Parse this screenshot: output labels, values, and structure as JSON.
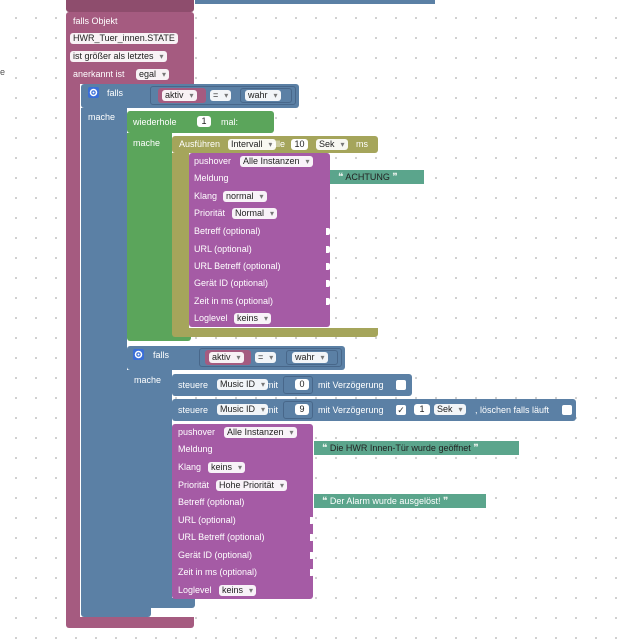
{
  "outer": {
    "falls_objekt": "falls Objekt",
    "object_id": "HWR_Tuer_innen.STATE",
    "compare": "ist größer als letztes",
    "ack_label": "anerkannt ist",
    "ack_value": "egal"
  },
  "if1": {
    "falls": "falls",
    "mache": "mache",
    "left": "aktiv",
    "op": "=",
    "right": "wahr"
  },
  "repeat": {
    "label": "wiederhole",
    "count": "1",
    "suffix": "mal:",
    "mache": "mache"
  },
  "interval": {
    "prefix": "Ausführen",
    "mode": "Intervall",
    "alle": "alle",
    "value": "10",
    "unit": "Sek",
    "ms": "ms"
  },
  "push1": {
    "title": "pushover",
    "target": "Alle Instanzen",
    "meldung_label": "Meldung",
    "meldung_value": "ACHTUNG",
    "klang_label": "Klang",
    "klang_value": "normal",
    "prio_label": "Priorität",
    "prio_value": "Normal",
    "betreff": "Betreff (optional)",
    "url": "URL (optional)",
    "url_betreff": "URL Betreff (optional)",
    "geraet": "Gerät ID (optional)",
    "zeit": "Zeit in ms (optional)",
    "loglevel_label": "Loglevel",
    "loglevel_value": "keins"
  },
  "if2": {
    "falls": "falls",
    "mache": "mache",
    "left": "aktiv",
    "op": "=",
    "right": "wahr"
  },
  "steuere1": {
    "label": "steuere",
    "target": "Music ID",
    "mit": "mit",
    "value": "0",
    "delay": "mit Verzögerung"
  },
  "steuere2": {
    "label": "steuere",
    "target": "Music ID",
    "mit": "mit",
    "value": "9",
    "delay": "mit Verzögerung",
    "check": "✓",
    "delay_value": "1",
    "delay_unit": "Sek",
    "clear": ", löschen falls läuft"
  },
  "push2": {
    "title": "pushover",
    "target": "Alle Instanzen",
    "meldung_label": "Meldung",
    "meldung_value": "Die HWR Innen-Tür wurde geöffnet",
    "klang_label": "Klang",
    "klang_value": "keins",
    "prio_label": "Priorität",
    "prio_value": "Hohe Priorität",
    "betreff_label": "Betreff (optional)",
    "betreff_value": "Der Alarm wurde ausgelöst!",
    "url": "URL (optional)",
    "url_betreff": "URL Betreff (optional)",
    "geraet": "Gerät ID (optional)",
    "zeit": "Zeit in ms (optional)",
    "loglevel_label": "Loglevel",
    "loglevel_value": "keins"
  },
  "colors": {
    "trigger": "#a55b80",
    "logic": "#5b80a5",
    "loop": "#5ba55b",
    "timer": "#a5a55b",
    "pushover": "#a55ba5",
    "text": "#5ba58c"
  },
  "edge_text": "e"
}
